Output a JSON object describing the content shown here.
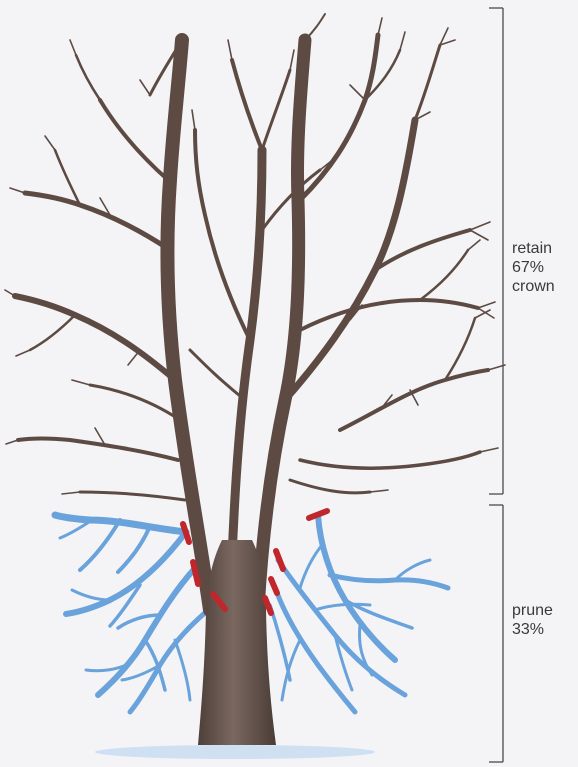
{
  "labels": {
    "retain": [
      "retain",
      "67%",
      "crown"
    ],
    "prune": [
      "prune",
      "33%"
    ]
  },
  "colors": {
    "background": "#f4f4f6",
    "trunk": "#6b5a52",
    "retained_branches": "#5d4b43",
    "pruned_branches": "#6aa3dc",
    "cut_marks": "#c0262b",
    "ground": "#cfe0f3",
    "bracket": "#4a4a4a"
  },
  "proportions": {
    "retain_percent": 67,
    "prune_percent": 33
  }
}
